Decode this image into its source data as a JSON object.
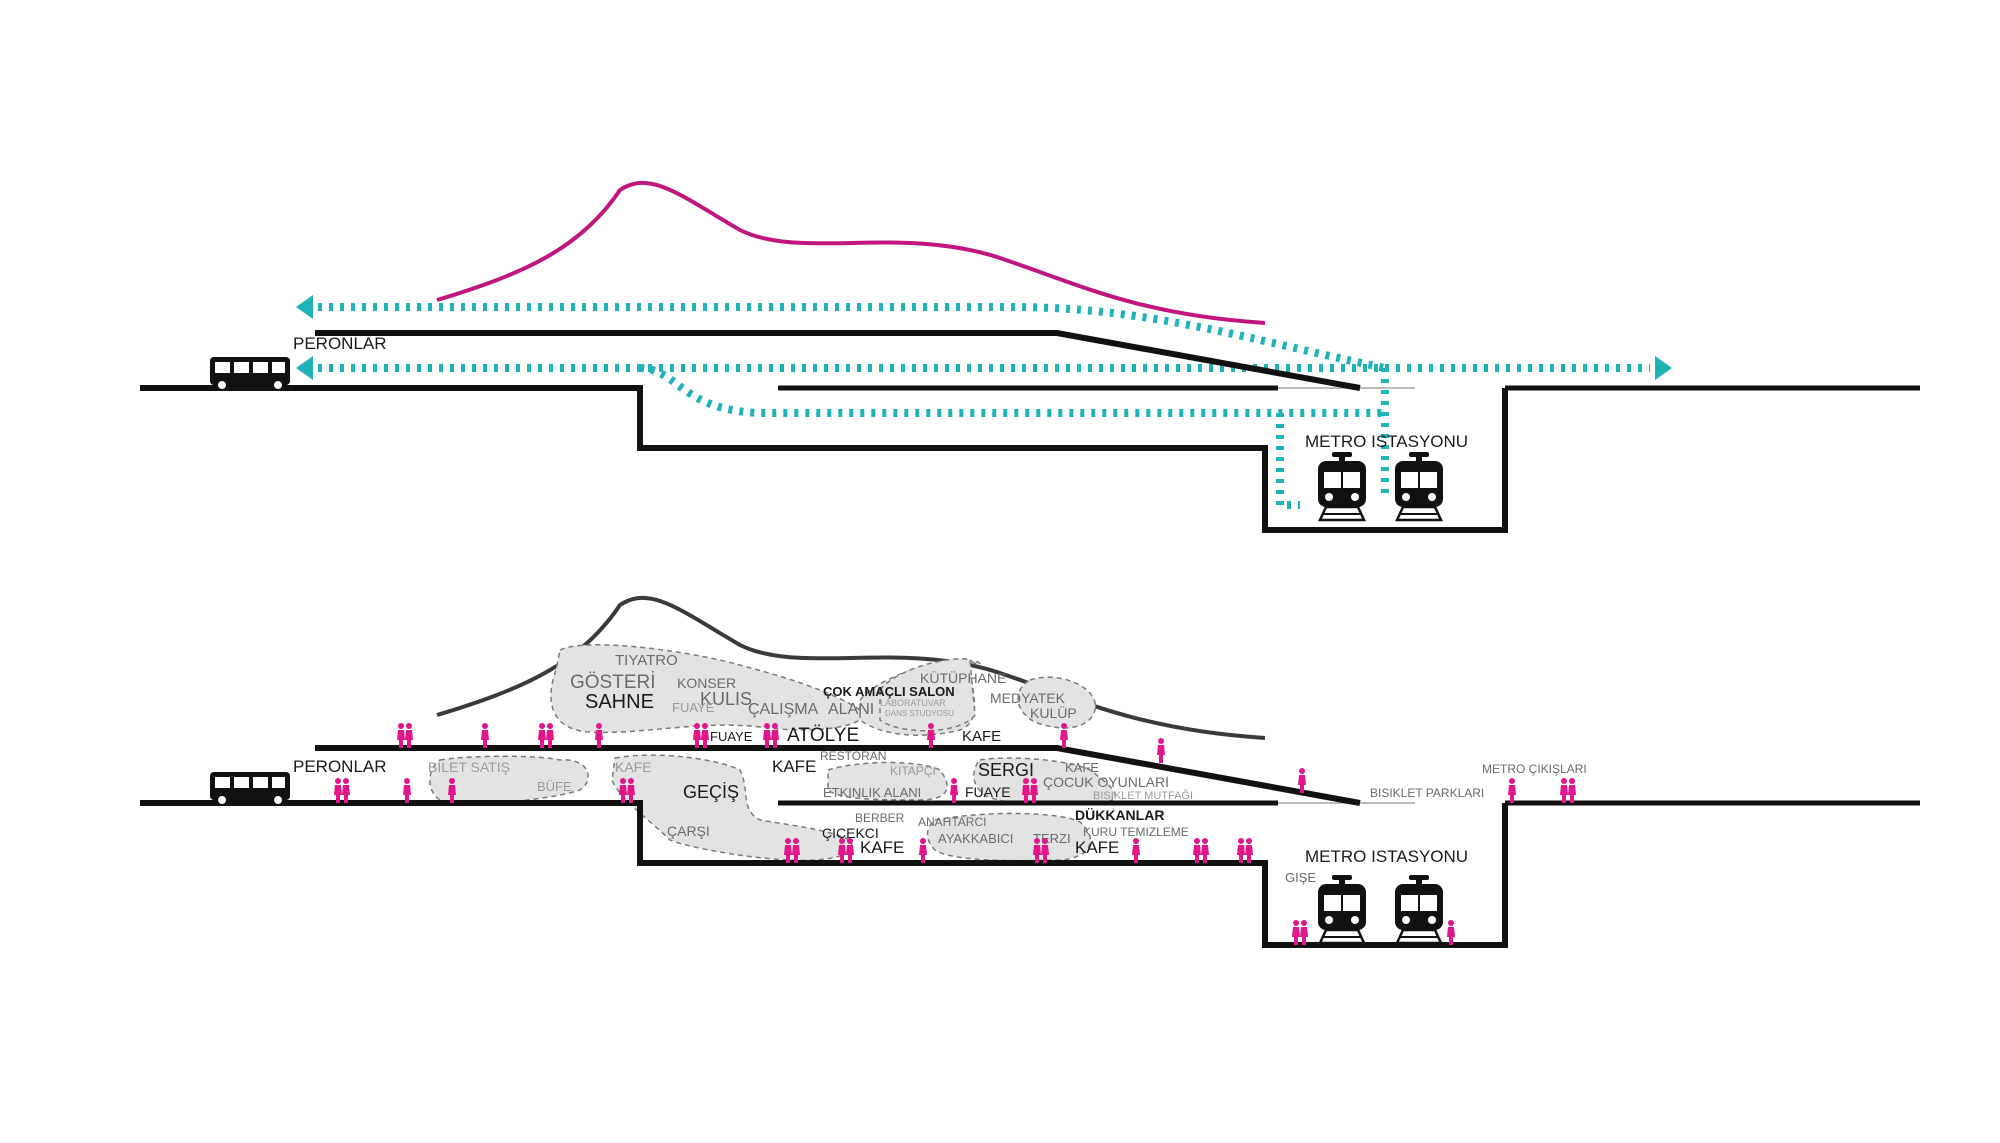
{
  "colors": {
    "structure": "#111111",
    "flow_arrows": "#1fb3b8",
    "roof_curve_top": "#c0177f",
    "roof_curve_bottom": "#3a3a3a",
    "people": "#e0168a",
    "zone_fill": "#e3e3e3",
    "zone_stroke": "#7a7a7a"
  },
  "top_section": {
    "platforms_label": "PERONLAR",
    "metro_label": "METRO ISTASYONU",
    "icons": [
      "bus-icon",
      "metro-train-icon",
      "metro-train-icon"
    ]
  },
  "bottom_section": {
    "platforms_label": "PERONLAR",
    "metro_label": "METRO ISTASYONU",
    "ticket_label": "GIŞE",
    "upper_level": {
      "tiyatro": "TIYATRO",
      "gosteri": "GÖSTERİ",
      "sahne": "SAHNE",
      "konser": "KONSER",
      "kulis": "KULIS",
      "fuaye_1": "FUAYE",
      "calisma": "ÇALIŞMA",
      "alani": "ALANI",
      "cok_amacli": "ÇOK AMAÇLI SALON",
      "laboratuvar": "LABORATUVAR",
      "dans": "DANS STUDYOSU",
      "kutuphane": "KÜTÜPHANE",
      "medyatek": "MEDYATEK",
      "kulup": "KULÜP",
      "fuaye_2": "FUAYE",
      "atolye": "ATÖLYE",
      "kafe": "KAFE"
    },
    "ground_level": {
      "bilet": "BILET SATIŞ",
      "bufe": "BÜFE",
      "kafe_1": "KAFE",
      "gecis": "GEÇİŞ",
      "kafe_2": "KAFE",
      "restoran": "RESTORAN",
      "kitapci": "KITAPÇI",
      "etkinlik": "ETKINLIK ALANI",
      "fuaye": "FUAYE",
      "sergi": "SERGI",
      "kafe_3": "KAFE",
      "cocuk": "ÇOCUK OYUNLARI",
      "bisiklet_mutfagi": "BISIKLET MUTFAĞI",
      "bisiklet_parklari": "BISIKLET PARKLARI",
      "metro_cikislari": "METRO ÇIKIŞLARI"
    },
    "lower_level": {
      "carsi": "ÇARŞI",
      "berber": "BERBER",
      "anahtarci": "ANAHTARCI",
      "cicekci": "ÇIÇEKCI",
      "kafe_1": "KAFE",
      "ayakkabici": "AYAKKABICI",
      "terzi": "TERZI",
      "dukkanlar": "DÜKKANLAR",
      "kuru": "KURU TEMIZLEME",
      "kafe_2": "KAFE"
    }
  }
}
